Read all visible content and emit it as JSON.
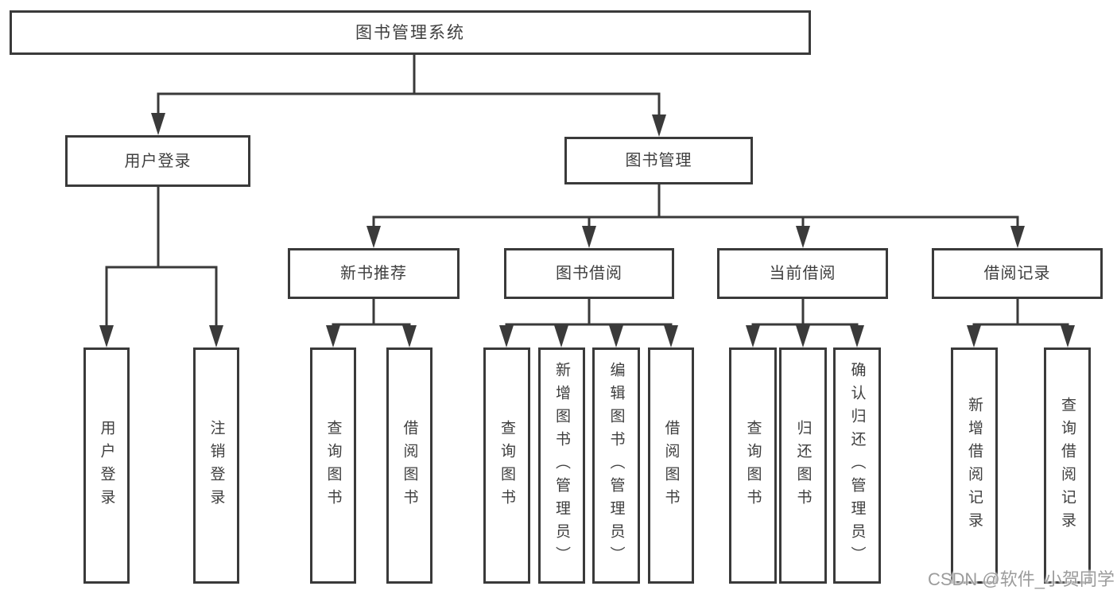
{
  "tree": {
    "root": {
      "label": "图书管理系统"
    },
    "branches": [
      {
        "label": "用户登录",
        "children": [
          {
            "label": "用户登录"
          },
          {
            "label": "注销登录"
          }
        ]
      },
      {
        "label": "图书管理",
        "children": [
          {
            "label": "新书推荐",
            "children": [
              {
                "label": "查询图书"
              },
              {
                "label": "借阅图书"
              }
            ]
          },
          {
            "label": "图书借阅",
            "children": [
              {
                "label": "查询图书"
              },
              {
                "label": "新增图书（管理员）"
              },
              {
                "label": "编辑图书（管理员）"
              },
              {
                "label": "借阅图书"
              }
            ]
          },
          {
            "label": "当前借阅",
            "children": [
              {
                "label": "查询图书"
              },
              {
                "label": "归还图书"
              },
              {
                "label": "确认归还（管理员）"
              }
            ]
          },
          {
            "label": "借阅记录",
            "children": [
              {
                "label": "新增借阅记录"
              },
              {
                "label": "查询借阅记录"
              }
            ]
          }
        ]
      }
    ]
  },
  "watermark": {
    "text": "CSDN @软件_小贺同学"
  },
  "colors": {
    "line": "#3a3a3a",
    "text": "#3f3f3f",
    "watermark": "#9c9c9c",
    "background": "#ffffff"
  }
}
